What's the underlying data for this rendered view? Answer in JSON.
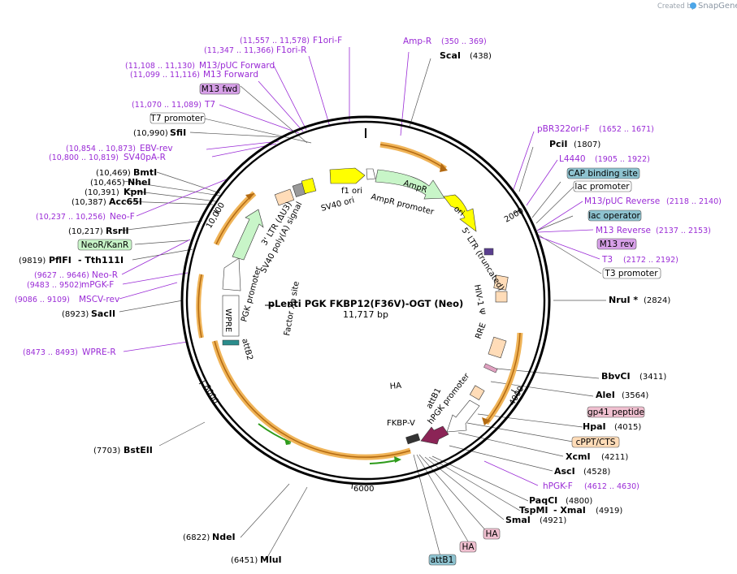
{
  "header": {
    "credit": "Created by",
    "brand": "SnapGene"
  },
  "plasmid": {
    "name": "pLenti PGK FKBP12(F36V)-OGT (Neo)",
    "size": "11,717 bp",
    "size_bp": 11717,
    "ticks": [
      "2000",
      "4000",
      "6000",
      "8000",
      "10,000"
    ]
  },
  "sites": {
    "scai": {
      "name": "ScaI",
      "pos": "(438)"
    },
    "pcii": {
      "name": "PciI",
      "pos": "(1807)"
    },
    "nrui": {
      "name": "NruI *",
      "pos": "(2824)"
    },
    "bbvci": {
      "name": "BbvCI",
      "pos": "(3411)"
    },
    "alei": {
      "name": "AleI",
      "pos": "(3564)"
    },
    "hpai": {
      "name": "HpaI",
      "pos": "(4015)"
    },
    "xcmi": {
      "name": "XcmI",
      "pos": "(4211)"
    },
    "asci": {
      "name": "AscI",
      "pos": "(4528)"
    },
    "paqci": {
      "name": "PaqCI",
      "pos": "(4800)"
    },
    "tspmi": {
      "name": "TspMI",
      "pos": "(4919)"
    },
    "xmai": {
      "name": "- XmaI",
      "pos": ""
    },
    "smai": {
      "name": "SmaI",
      "pos": "(4921)"
    },
    "mlui": {
      "name": "MluI",
      "pos": "(6451)"
    },
    "ndei": {
      "name": "NdeI",
      "pos": "(6822)"
    },
    "bsteii": {
      "name": "BstEII",
      "pos": "(7703)"
    },
    "sacii": {
      "name": "SacII",
      "pos": "(8923)"
    },
    "pflfi": {
      "name": "PflFI",
      "pos": "(9819)"
    },
    "tth111i": {
      "name": "- Tth111I",
      "pos": ""
    },
    "rsrii": {
      "name": "RsrII",
      "pos": "(10,217)"
    },
    "acc65i": {
      "name": "Acc65I",
      "pos": "(10,387)"
    },
    "kpni": {
      "name": "KpnI",
      "pos": "(10,391)"
    },
    "nhei": {
      "name": "NheI",
      "pos": "(10,465)"
    },
    "bmti": {
      "name": "BmtI",
      "pos": "(10,469)"
    },
    "sfii": {
      "name": "SfiI",
      "pos": "(10,990)"
    }
  },
  "primers": {
    "f1ori_f": {
      "name": "F1ori-F",
      "pos": "(11,557 .. 11,578)"
    },
    "f1ori_r": {
      "name": "F1ori-R",
      "pos": "(11,347 .. 11,366)"
    },
    "m13puc_fwd": {
      "name": "M13/pUC Forward",
      "pos": "(11,108 .. 11,130)"
    },
    "m13_fwd": {
      "name": "M13 Forward",
      "pos": "(11,099 .. 11,116)"
    },
    "t7": {
      "name": "T7",
      "pos": "(11,070 .. 11,089)"
    },
    "ebv_rev": {
      "name": "EBV-rev",
      "pos": "(10,854 .. 10,873)"
    },
    "sv40pa_r": {
      "name": "SV40pA-R",
      "pos": "(10,800 .. 10,819)"
    },
    "neo_f": {
      "name": "Neo-F",
      "pos": "(10,237 .. 10,256)"
    },
    "neo_r": {
      "name": "Neo-R",
      "pos": "(9627 .. 9646)"
    },
    "mpgk_f": {
      "name": "mPGK-F",
      "pos": "(9483 .. 9502)"
    },
    "mscv_rev": {
      "name": "MSCV-rev",
      "pos": "(9086 .. 9109)"
    },
    "wpre_r": {
      "name": "WPRE-R",
      "pos": "(8473 .. 8493)"
    },
    "amp_r": {
      "name": "Amp-R",
      "pos": "(350 .. 369)"
    },
    "pbr322ori_f": {
      "name": "pBR322ori-F",
      "pos": "(1652 .. 1671)"
    },
    "l4440": {
      "name": "L4440",
      "pos": "(1905 .. 1922)"
    },
    "m13puc_rev": {
      "name": "M13/pUC Reverse",
      "pos": "(2118 .. 2140)"
    },
    "m13_reverse": {
      "name": "M13 Reverse",
      "pos": "(2137 .. 2153)"
    },
    "t3": {
      "name": "T3",
      "pos": "(2172 .. 2192)"
    },
    "hpgk_f": {
      "name": "hPGK-F",
      "pos": "(4612 .. 4630)"
    }
  },
  "boxes": {
    "m13fwd": "M13 fwd",
    "t7promoter": "T7 promoter",
    "neor": "NeoR/KanR",
    "capsite": "CAP binding site",
    "lacpromoter": "lac promoter",
    "lacoperator": "lac operator",
    "m13rev": "M13 rev",
    "t3promoter": "T3 promoter",
    "gp41": "gp41 peptide",
    "cppt": "cPPT/CTS",
    "ha1": "HA",
    "ha2": "HA",
    "attb1": "attB1"
  },
  "features": {
    "f1ori": "f1 ori",
    "ampr": "AmpR",
    "amprpromoter": "AmpR promoter",
    "ori": "ori",
    "ltr5": "5' LTR (truncated)",
    "hiv1psi": "HIV-1 Ψ",
    "rre": "RRE",
    "hpgk": "hPGK promoter",
    "attb1": "attB1",
    "ha": "HA",
    "fkbpv": "FKBP-V",
    "factorxa": "Factor Xa site",
    "wpre": "WPRE",
    "attb2": "attB2",
    "pgkpromoter": "PGK promoter",
    "ltr3": "3' LTR (ΔU3)",
    "sv40polya": "SV40 poly(A) signal",
    "sv40ori": "SV40 ori"
  },
  "colors": {
    "backbone": "#000000",
    "orf": "#f0b458",
    "orf_arrow": "#b36a12",
    "green": "#2e9b1b",
    "primer": "#9a2bd6",
    "ampr": "#c8f5c8",
    "ori": "#ffff00",
    "ltr": "#ffdcb8",
    "fkbp": "#8b2456"
  }
}
